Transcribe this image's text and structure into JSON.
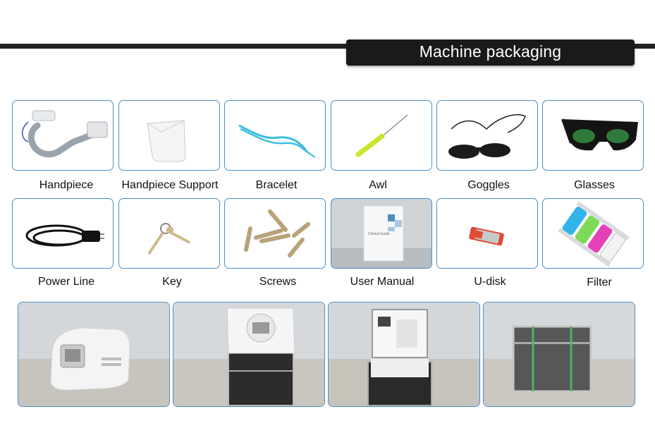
{
  "header": {
    "title": "Machine packaging"
  },
  "items_row1": [
    {
      "label": "Handpiece",
      "icon": "handpiece-icon"
    },
    {
      "label": "Handpiece Support",
      "icon": "handpiece-support-icon"
    },
    {
      "label": "Bracelet",
      "icon": "bracelet-icon"
    },
    {
      "label": "Awl",
      "icon": "awl-icon"
    },
    {
      "label": "Goggles",
      "icon": "goggles-icon"
    },
    {
      "label": "Glasses",
      "icon": "glasses-icon"
    }
  ],
  "items_row2": [
    {
      "label": "Power Line",
      "icon": "power-line-icon"
    },
    {
      "label": "Key",
      "icon": "key-icon"
    },
    {
      "label": "Screws",
      "icon": "screws-icon"
    },
    {
      "label": "User Manual",
      "icon": "user-manual-icon",
      "cover_text": "Clinical Guide"
    },
    {
      "label": "U-disk",
      "icon": "u-disk-icon"
    },
    {
      "label": "Filter",
      "icon": "filter-icon"
    }
  ],
  "photos": [
    {
      "name": "machine-photo"
    },
    {
      "name": "case-with-machine-photo"
    },
    {
      "name": "open-case-photo"
    },
    {
      "name": "wrapped-case-photo"
    }
  ],
  "colors": {
    "border": "#4a8fc9",
    "bar": "#222222",
    "title_bg": "#1a1a1a",
    "bracelet": "#3bbde0",
    "awl": "#c8e62a"
  }
}
